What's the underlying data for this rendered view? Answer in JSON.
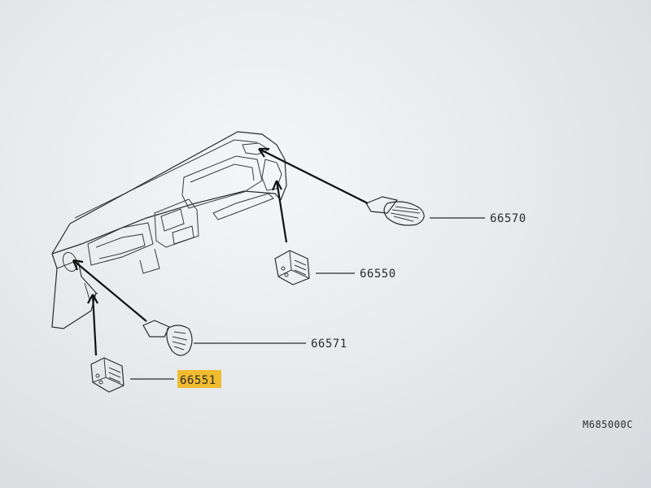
{
  "diagram": {
    "parts": [
      {
        "id": "vent-right",
        "number": "66570"
      },
      {
        "id": "vent-center-right",
        "number": "66550"
      },
      {
        "id": "vent-left",
        "number": "66571"
      },
      {
        "id": "vent-center-left",
        "number": "66551",
        "highlighted": true
      }
    ],
    "drawing_code": "M685000C",
    "highlight_color": "#f2b30f"
  }
}
